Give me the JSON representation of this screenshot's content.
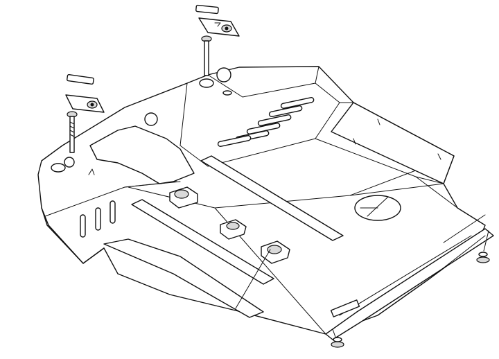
{
  "drawing": {
    "kind": "exploded line drawing",
    "colors": {
      "line": "#111111",
      "background": "#ffffff",
      "shade": "#d9d9d9"
    },
    "parts": [
      {
        "id": "skid-plate",
        "icon": "skid-plate-outline"
      },
      {
        "id": "left-front-bracket",
        "icon": "bracket-icon"
      },
      {
        "id": "right-front-bracket",
        "icon": "bracket-icon"
      },
      {
        "id": "left-mount-bolt",
        "icon": "bolt-icon"
      },
      {
        "id": "right-mount-bolt",
        "icon": "bolt-icon"
      },
      {
        "id": "rear-left-bolt",
        "icon": "bolt-icon"
      },
      {
        "id": "rear-right-bolt",
        "icon": "bolt-icon"
      },
      {
        "id": "rubber-bushing-1",
        "icon": "bushing-icon"
      },
      {
        "id": "rubber-bushing-2",
        "icon": "bushing-icon"
      },
      {
        "id": "rubber-bushing-3",
        "icon": "bushing-icon"
      },
      {
        "id": "rear-crossbar",
        "icon": "rail-icon"
      },
      {
        "id": "right-side-rail",
        "icon": "rail-icon"
      }
    ]
  }
}
